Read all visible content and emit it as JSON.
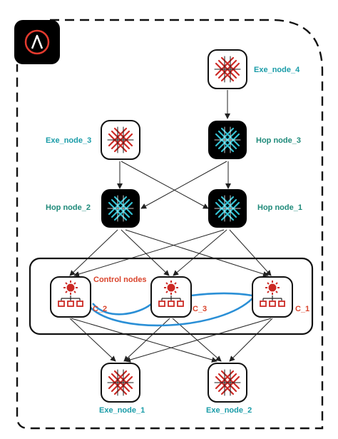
{
  "colors": {
    "outline": "#111111",
    "node_red": "#cc2a25",
    "node_cyan": "#35c2d4",
    "exe_label": "#1a9ca8",
    "hop_label": "#1f8a7a",
    "control_red": "#d9432b",
    "mesh_blue": "#2a8fd6",
    "ansible_bg": "#000000",
    "ansible_ring": "#e33a2e"
  },
  "icons": {
    "brand": "ansible-logo-icon",
    "execution": "red-mesh-icon",
    "hop": "cyan-mesh-icon",
    "control": "control-node-icon"
  },
  "labels": {
    "exe_node_4": "Exe_node_4",
    "exe_node_3": "Exe_node_3",
    "hop_node_3": "Hop node_3",
    "hop_node_2": "Hop node_2",
    "hop_node_1": "Hop node_1",
    "control_nodes": "Control nodes",
    "c_2": "C_2",
    "c_3": "C_3",
    "c_1": "C_1",
    "exe_node_1": "Exe_node_1",
    "exe_node_2": "Exe_node_2"
  }
}
